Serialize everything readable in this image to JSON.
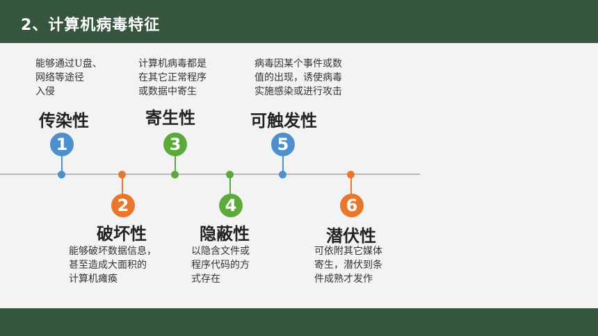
{
  "header": {
    "title": "2、计算机病毒特征"
  },
  "colors": {
    "header_bg": "#35553d",
    "blue": "#4d90cd",
    "orange": "#e9762b",
    "green": "#5aaa3a"
  },
  "features": [
    {
      "num": "1",
      "title": "传染性",
      "desc": "能够通过U盘、\n网络等途径\n入侵"
    },
    {
      "num": "2",
      "title": "破坏性",
      "desc": "能够破坏数据信息，\n甚至造成大面积的\n计算机瘫痪"
    },
    {
      "num": "3",
      "title": "寄生性",
      "desc": "计算机病毒都是\n在其它正常程序\n或数据中寄生"
    },
    {
      "num": "4",
      "title": "隐蔽性",
      "desc": "以隐含文件或\n程序代码的方\n式存在"
    },
    {
      "num": "5",
      "title": "可触发性",
      "desc": "病毒因某个事件或数\n值的出现，诱使病毒\n实施感染或进行攻击"
    },
    {
      "num": "6",
      "title": "潜伏性",
      "desc": "可依附其它媒体\n寄生，潜伏到条\n件成熟才发作"
    }
  ]
}
